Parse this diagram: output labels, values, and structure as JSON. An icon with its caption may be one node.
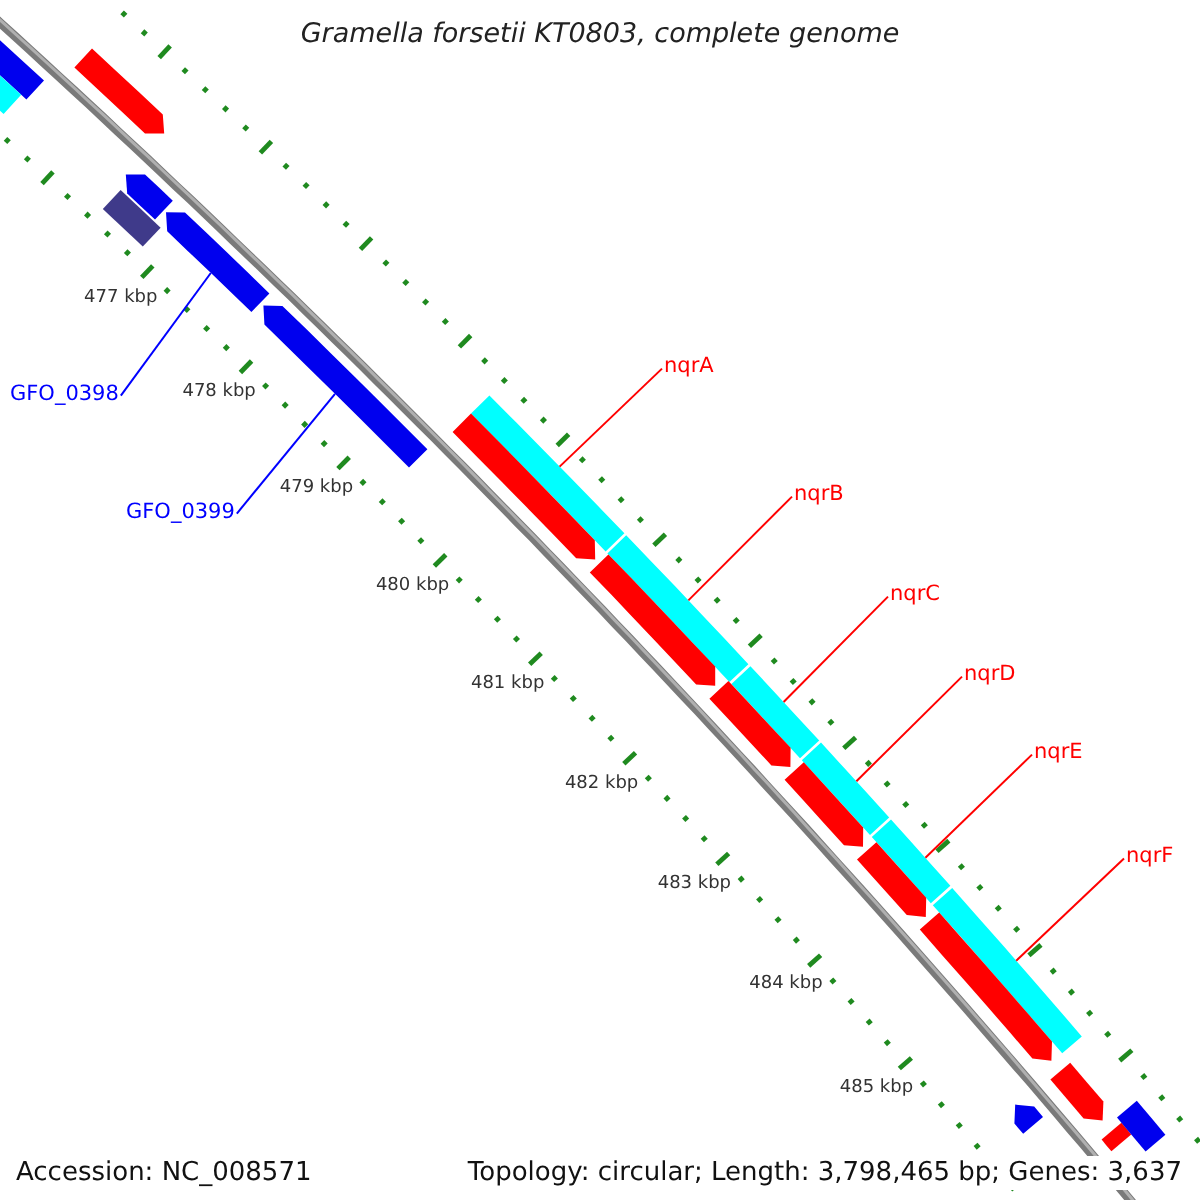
{
  "diagram": {
    "title": "Gramella forsetii KT0803, complete genome",
    "nodes": [
      {
        "text": [
          "GFO_0398"
        ]
      },
      {
        "text": [
          "GFO_0399"
        ]
      },
      {
        "text": [
          "nqrA"
        ]
      },
      {
        "text": [
          "nqrB"
        ]
      },
      {
        "text": [
          "nqrC"
        ]
      },
      {
        "text": [
          "nqrD"
        ]
      },
      {
        "text": [
          "nqrE"
        ]
      },
      {
        "text": [
          "nqrF"
        ]
      },
      {
        "text": [],
        "shape": "bar"
      },
      {
        "text": [],
        "shape": "bar"
      },
      {
        "text": [],
        "shape": "bar"
      },
      {
        "text": [],
        "shape": "bar"
      },
      {
        "text": [],
        "shape": "bar"
      },
      {
        "text": [],
        "shape": "bar"
      },
      {
        "text": [],
        "shape": "bar"
      },
      {
        "text": [],
        "shape": "bar"
      },
      {
        "text": [],
        "shape": "bar"
      },
      {
        "text": [],
        "shape": "bar"
      },
      {
        "text": [],
        "shape": "bar"
      },
      {
        "text": [],
        "shape": "bar"
      },
      {
        "text": [],
        "shape": "bar"
      },
      {
        "text": [],
        "shape": "bar"
      },
      {
        "text": [],
        "shape": "bar"
      },
      {
        "text": [],
        "shape": "bar"
      },
      {
        "text": [],
        "shape": "bar"
      },
      {
        "text": [],
        "shape": "bar"
      },
      {
        "text": [],
        "shape": "bar"
      },
      {
        "text": [],
        "shape": "bar"
      },
      {
        "text": [],
        "shape": "bar"
      },
      {
        "text": [],
        "shape": "bar"
      },
      {
        "text": [],
        "shape": "bar"
      }
    ],
    "edges": [
      {
        "from": 0,
        "to": 8,
        "arrow": "none",
        "color": "#0000ff"
      },
      {
        "from": 1,
        "to": 9,
        "arrow": "none",
        "color": "#0000ff"
      },
      {
        "from": 2,
        "to": 10,
        "arrow": "none"
      },
      {
        "from": 3,
        "to": 11,
        "arrow": "none"
      },
      {
        "from": 4,
        "to": 12,
        "arrow": "none"
      },
      {
        "from": 5,
        "to": 13,
        "arrow": "none"
      },
      {
        "from": 6,
        "to": 14,
        "arrow": "none"
      },
      {
        "from": 7,
        "to": 15,
        "arrow": "none"
      }
    ],
    "labels": [
      "477 kbp",
      "478 kbp",
      "479 kbp",
      "480 kbp",
      "481 kbp",
      "482 kbp",
      "483 kbp",
      "484 kbp",
      "485 kbp",
      "Accession: NC_008571",
      "Topology: circular; Length: 3,798,465 bp; Genes: 3,637"
    ]
  }
}
